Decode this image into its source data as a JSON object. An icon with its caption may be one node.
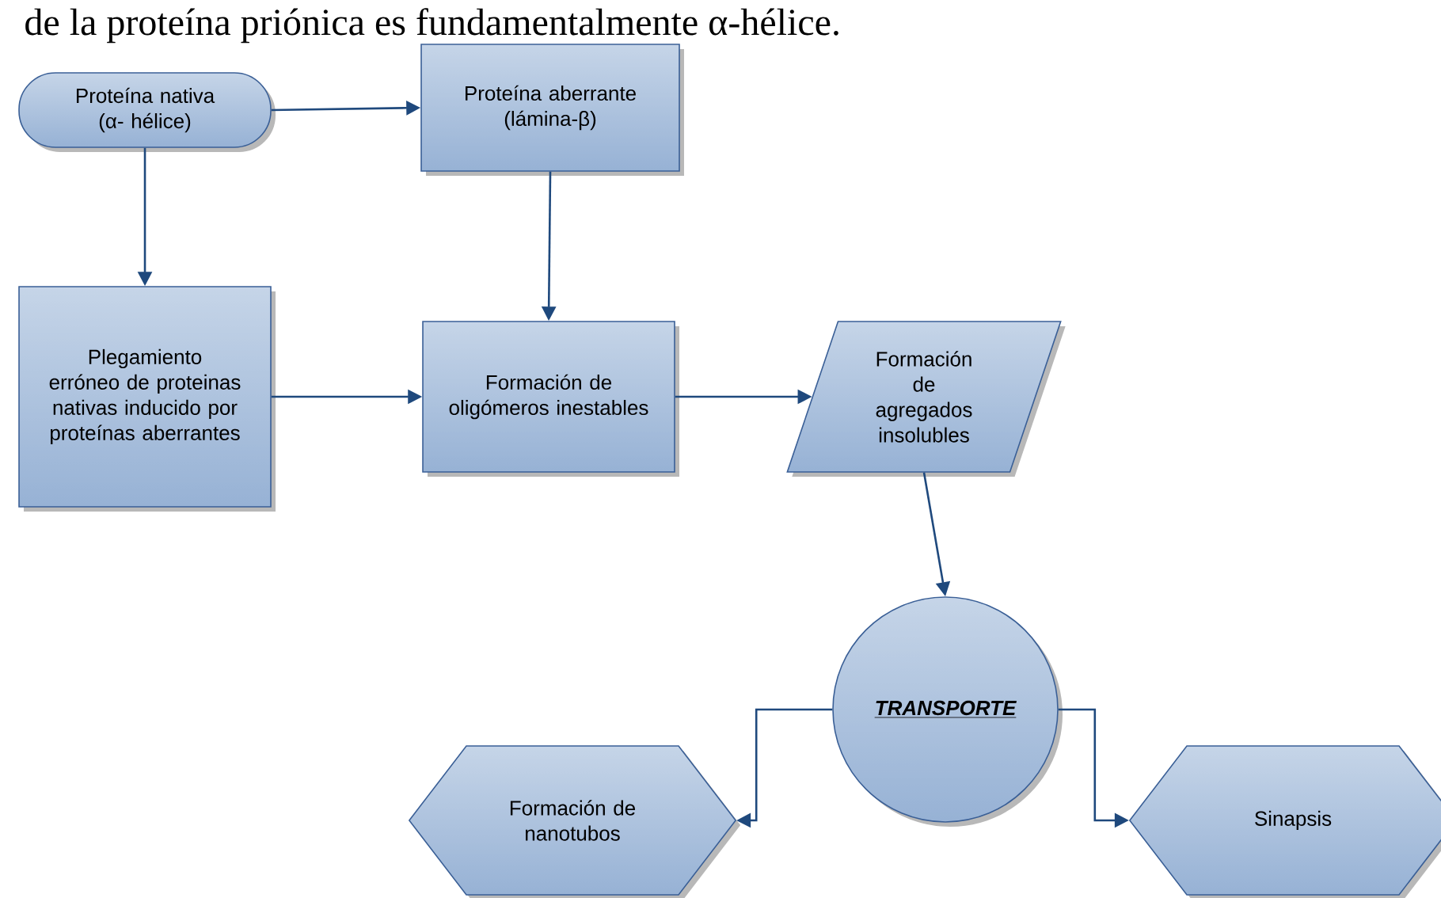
{
  "diagram": {
    "nodes": [
      {
        "text": [
          "Proteína nativa (α- hélice)"
        ]
      },
      {
        "text": [
          "Proteína aberrante (lámina-β)"
        ]
      },
      {
        "text": [
          "Plegamiento erróneo de proteinas nativas inducido por proteínas aberrantes"
        ]
      },
      {
        "text": [
          "Formación de oligómeros inestables"
        ]
      },
      {
        "text": [
          "Formación de agregados insolubles"
        ]
      },
      {
        "text": [
          "TRANSPORTE"
        ]
      },
      {
        "text": [
          "Formación de nanotubos"
        ]
      },
      {
        "text": [
          "Sinapsis"
        ]
      }
    ],
    "edges": [
      {
        "from": 0,
        "to": 1,
        "arrow": "to"
      },
      {
        "from": 0,
        "to": 2,
        "arrow": "to"
      },
      {
        "from": 1,
        "to": 3,
        "arrow": "to"
      },
      {
        "from": 2,
        "to": 3,
        "arrow": "to"
      },
      {
        "from": 3,
        "to": 4,
        "arrow": "to"
      },
      {
        "from": 4,
        "to": 5,
        "arrow": "to"
      },
      {
        "from": 5,
        "to": 6,
        "arrow": "to"
      },
      {
        "from": 5,
        "to": 7,
        "arrow": "to"
      }
    ],
    "labels": [
      "de la proteína priónica es fundamentalmente α-hélice."
    ]
  }
}
